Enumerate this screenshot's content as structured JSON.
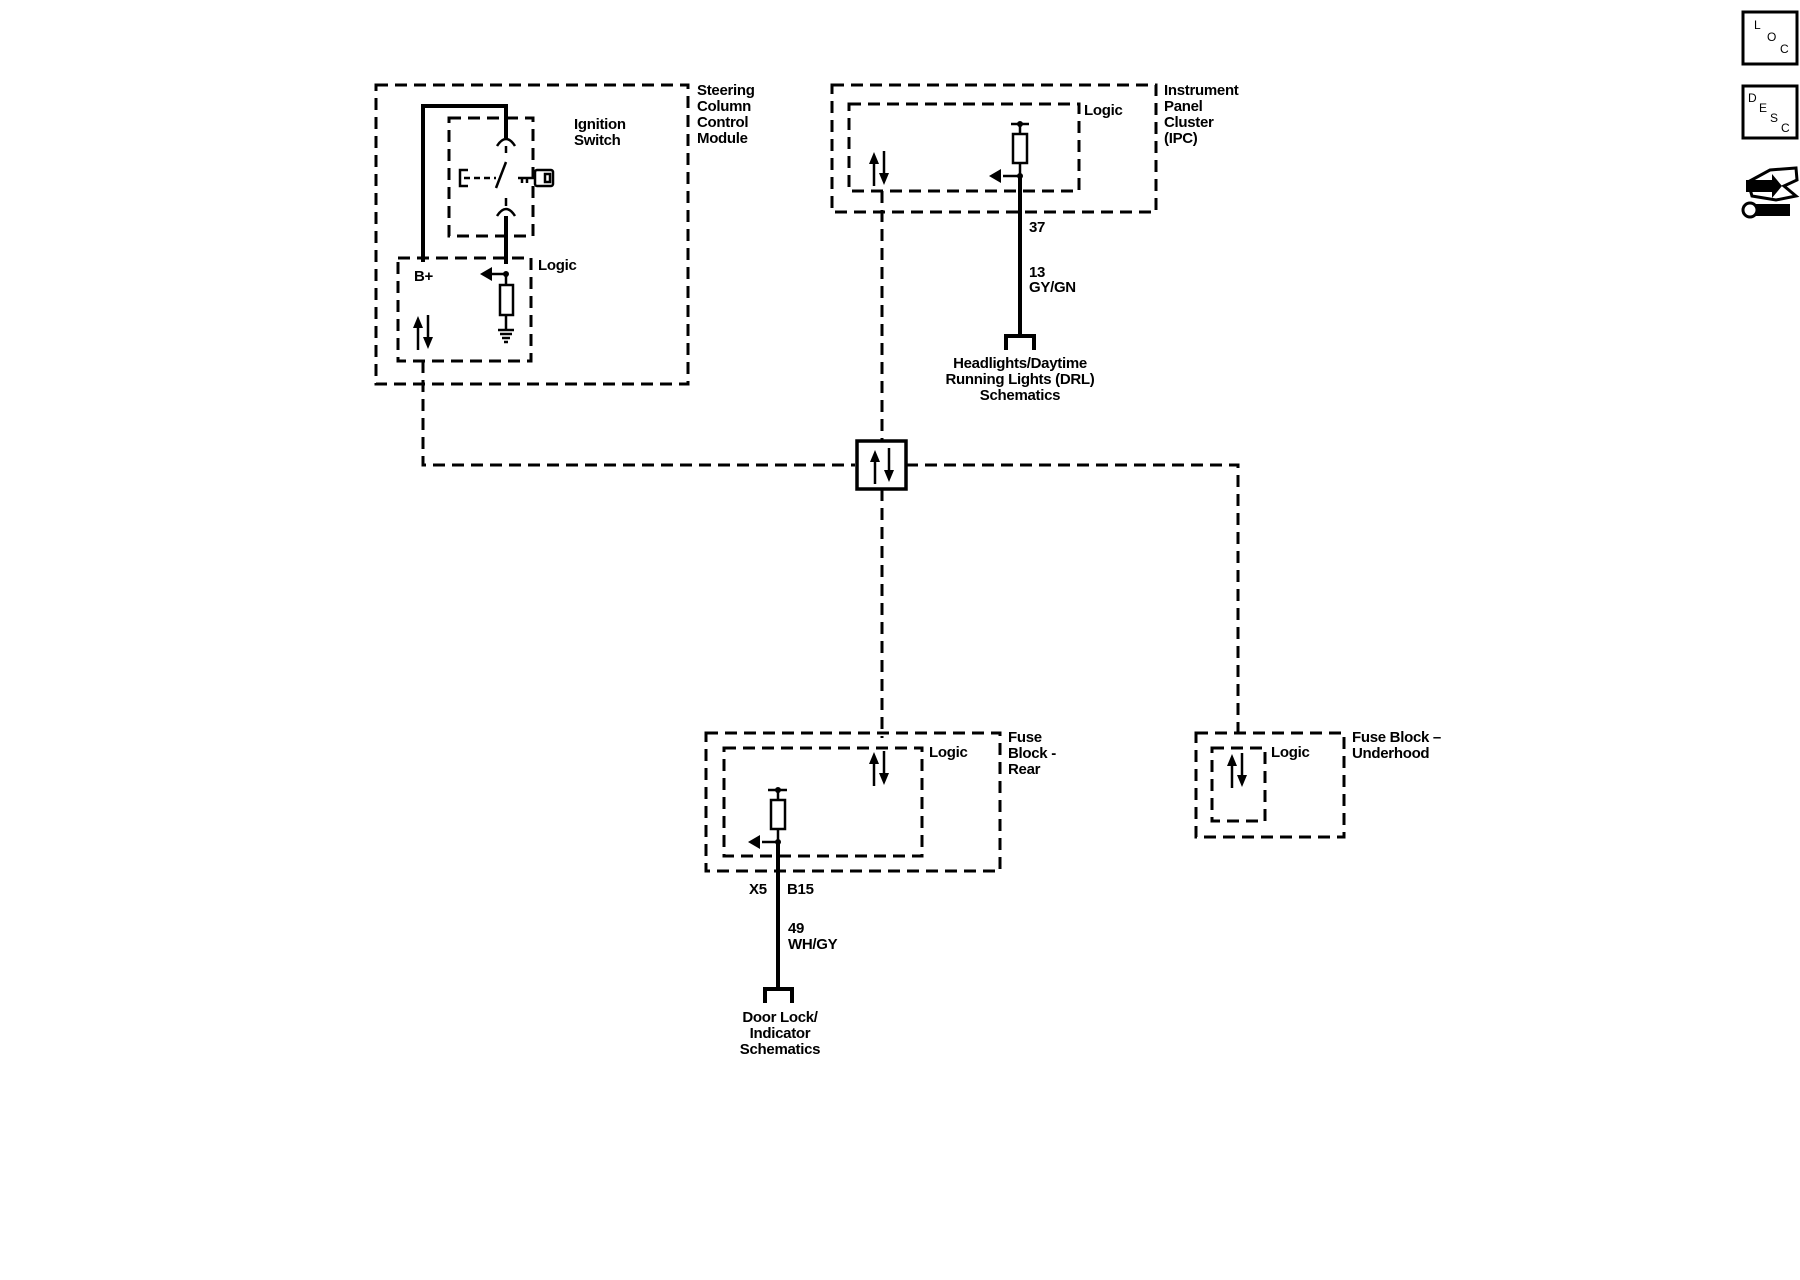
{
  "scm": {
    "line1": "Steering",
    "line2": "Column",
    "line3": "Control",
    "line4": "Module"
  },
  "ign": {
    "line1": "Ignition",
    "line2": "Switch"
  },
  "scm_logic": {
    "label": "Logic",
    "bplus": "B+"
  },
  "ipc": {
    "line1": "Instrument",
    "line2": "Panel",
    "line3": "Cluster",
    "line4": "(IPC)",
    "logic": "Logic",
    "pin": "37"
  },
  "ipc_wire": {
    "circuit": "13",
    "color": "GY/GN"
  },
  "headlights_ref": {
    "line1": "Headlights/Daytime",
    "line2": "Running Lights (DRL)",
    "line3": "Schematics"
  },
  "fbr": {
    "line1": "Fuse",
    "line2": "Block -",
    "line3": "Rear",
    "logic": "Logic",
    "connector": "X5",
    "pin": "B15"
  },
  "fbr_wire": {
    "circuit": "49",
    "color": "WH/GY"
  },
  "doorlock_ref": {
    "line1": "Door Lock/",
    "line2": "Indicator",
    "line3": "Schematics"
  },
  "fbu": {
    "line1": "Fuse Block –",
    "line2": "Underhood",
    "logic": "Logic"
  },
  "icons": {
    "loc": {
      "l1": "L",
      "l2": "O",
      "l3": "C"
    },
    "desc": {
      "l1": "D",
      "l2": "E",
      "l3": "S",
      "l4": "C"
    },
    "service_icon": "hand-wrench-icon"
  }
}
